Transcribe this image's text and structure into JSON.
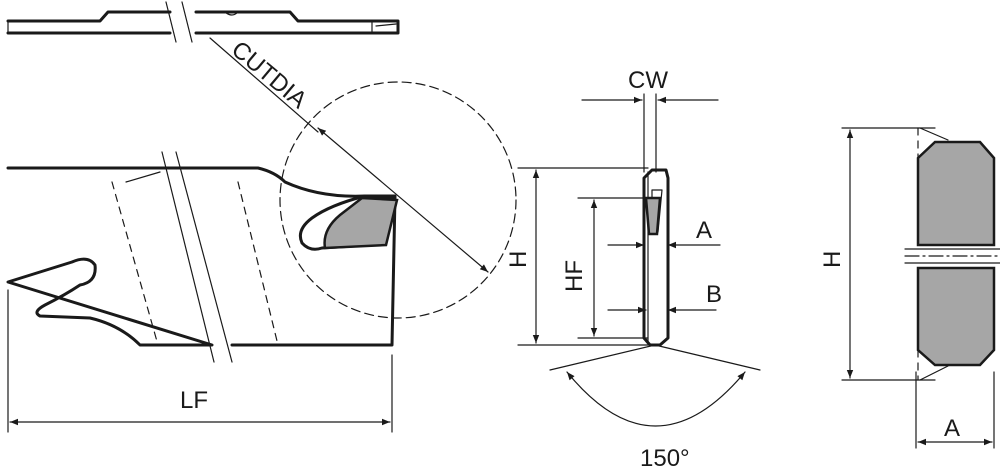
{
  "labels": {
    "cutdia": "CUTDIA",
    "cw": "CW",
    "h_mid": "H",
    "hf": "HF",
    "a_mid": "A",
    "b_mid": "B",
    "angle": "150°",
    "lf": "LF",
    "h_right": "H",
    "a_right": "A"
  },
  "colors": {
    "line": "#1a1a1a",
    "insert_fill": "#a6a6a6",
    "background": "#ffffff"
  }
}
